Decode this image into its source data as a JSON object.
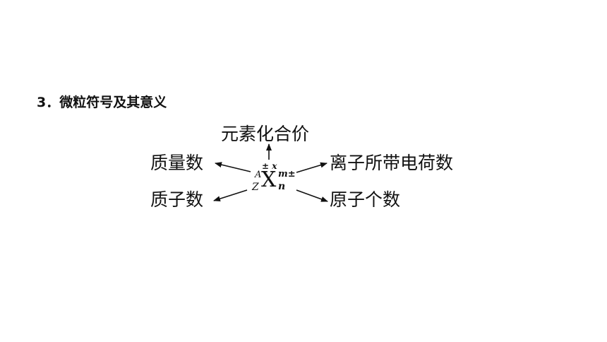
{
  "heading": "3．微粒符号及其意义",
  "labels": {
    "top": "元素化合价",
    "mid_left": "质量数",
    "mid_right": "离子所带电荷数",
    "bottom_left": "质子数",
    "bottom_right": "原子个数"
  },
  "symbol": {
    "element": "X",
    "mass_number": "A",
    "atomic_number": "Z",
    "valence": "± x",
    "charge": "m±",
    "count": "n"
  }
}
